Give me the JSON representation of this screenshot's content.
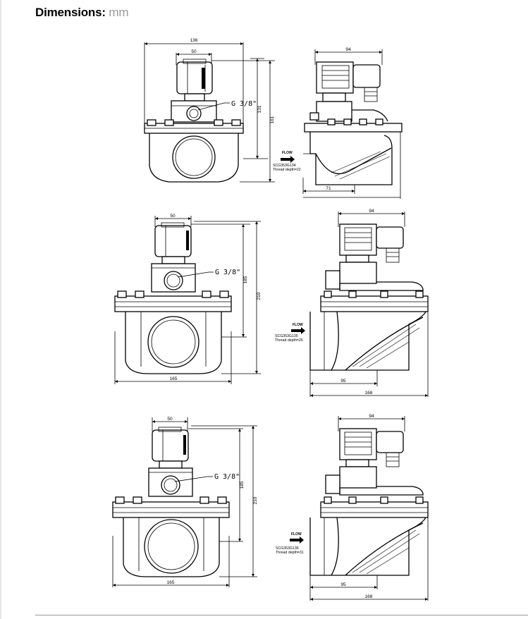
{
  "header": {
    "title": "Dimensions:",
    "unit": "mm"
  },
  "views": [
    {
      "front": {
        "width_total": "136",
        "coil_width": "50",
        "height_to_coil": "131",
        "height_total": "161",
        "port": "G 3/8\""
      },
      "side": {
        "depth": "94",
        "offset": "71",
        "flow_label": "FLOW",
        "model": "SCG353G134",
        "thread": "Thread depth=22"
      }
    },
    {
      "front": {
        "width_total": "165",
        "coil_width": "50",
        "height_to_coil": "185",
        "height_total": "210",
        "port": "G 3/8\""
      },
      "side": {
        "depth": "94",
        "offset": "95",
        "length": "168",
        "flow_label": "FLOW",
        "model": "SCG353G135",
        "thread": "Thread depth=26"
      }
    },
    {
      "front": {
        "width_total": "165",
        "coil_width": "50",
        "height_to_coil": "185",
        "height_total": "210",
        "port": "G 3/8\""
      },
      "side": {
        "depth": "94",
        "offset": "95",
        "length": "168",
        "flow_label": "FLOW",
        "model": "SCG353G136",
        "thread": "Thread depth=31"
      }
    }
  ]
}
